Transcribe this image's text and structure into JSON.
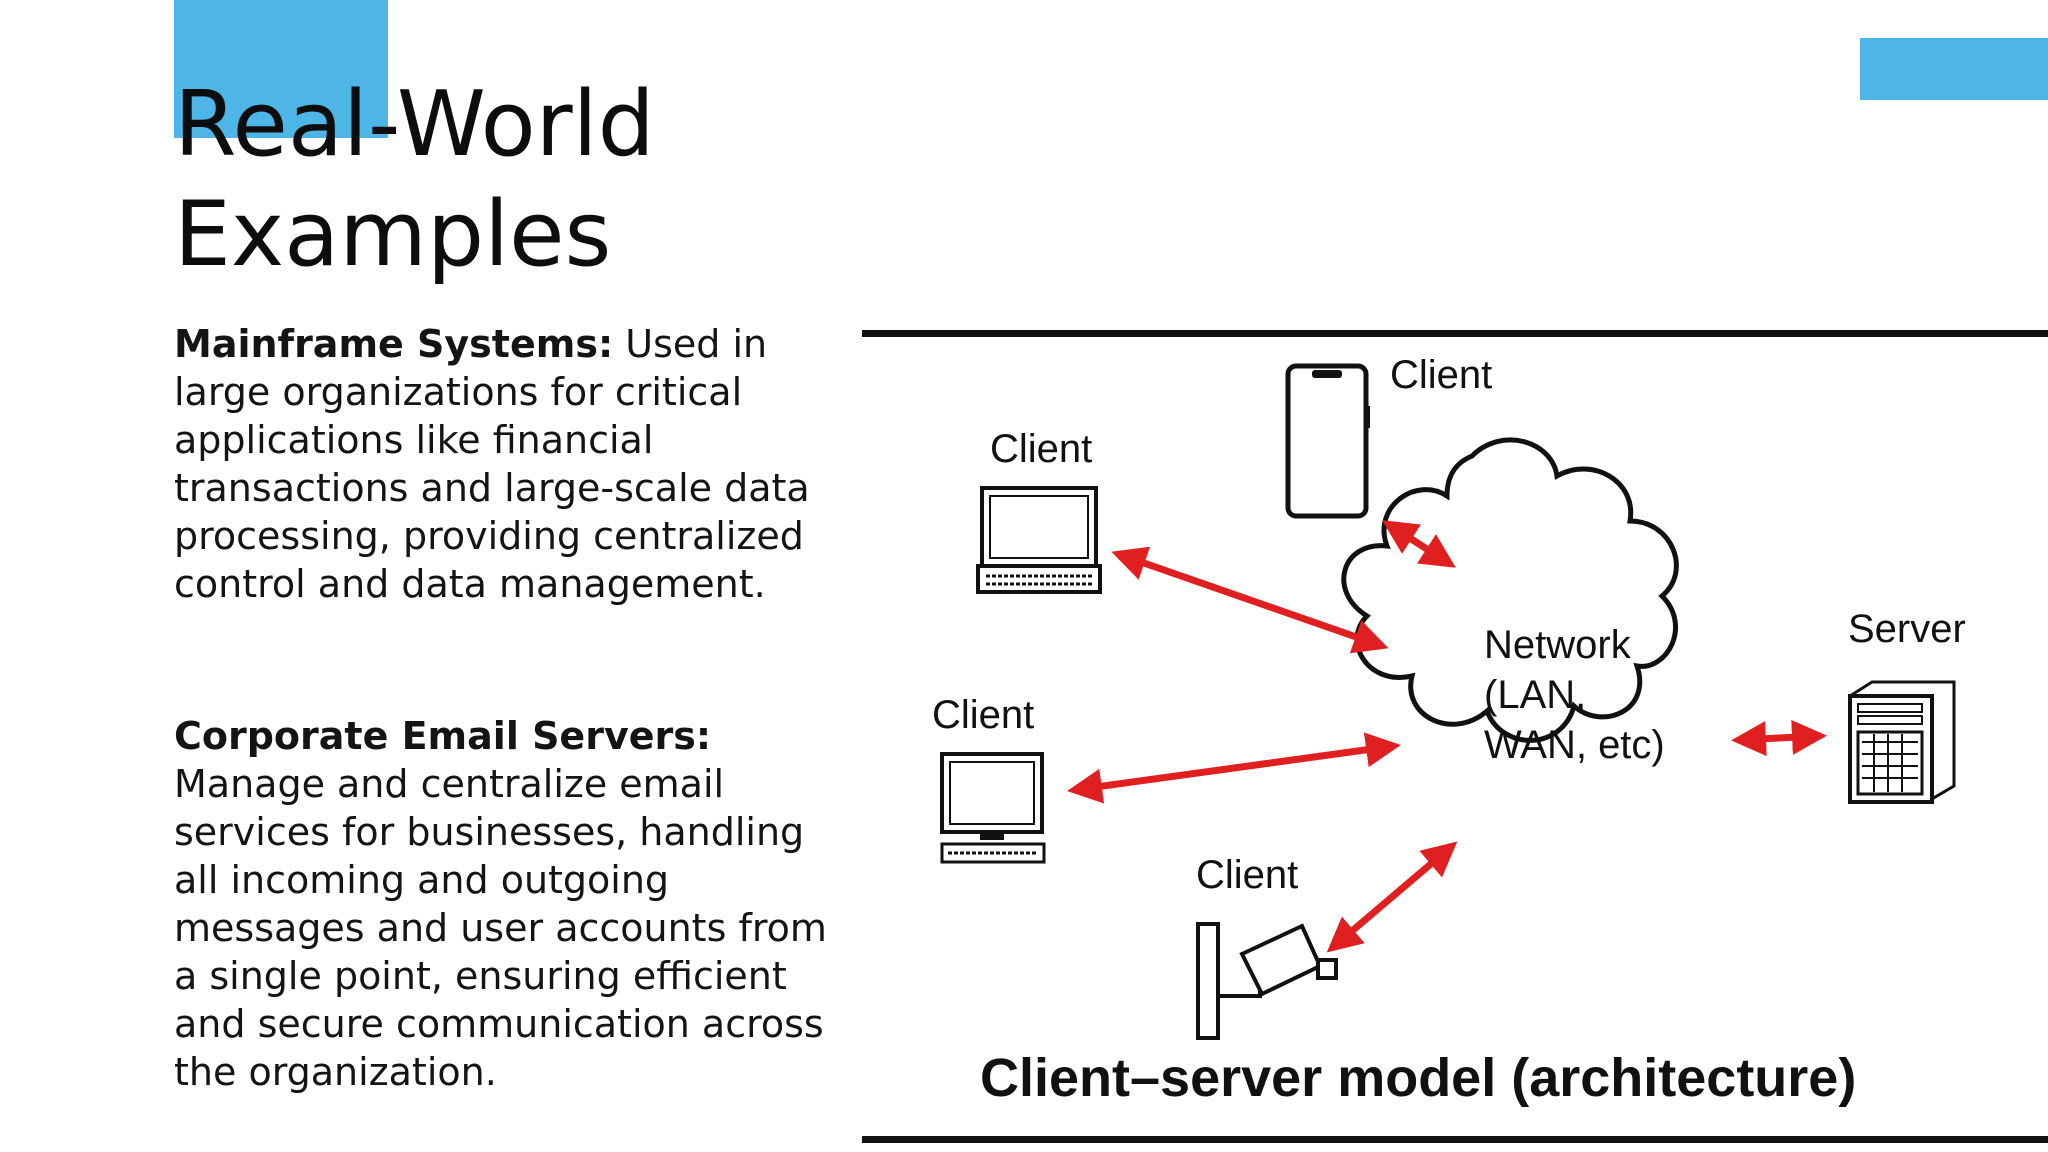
{
  "slide": {
    "title_line1": "Real-World",
    "title_line2": "Examples",
    "accent_color": "#4db6e6"
  },
  "paragraphs": [
    {
      "heading": "Mainframe Systems:",
      "body": "Used in large organizations for critical applications like financial transactions and large-scale data processing, providing centralized control and data management."
    },
    {
      "heading": "Corporate Email Servers:",
      "body": "Manage and centralize email services for businesses, handling all incoming and outgoing messages and user accounts from a single point, ensuring efficient and secure communication across the organization."
    }
  ],
  "diagram": {
    "caption": "Client–server model (architecture)",
    "clients": [
      "Client",
      "Client",
      "Client",
      "Client"
    ],
    "network_lines": [
      "Network",
      "(LAN,",
      "WAN, etc)"
    ],
    "server": "Server",
    "arrow_color": "#e02020",
    "icons": [
      "laptop-icon",
      "smartphone-icon",
      "desktop-computer-icon",
      "security-camera-icon",
      "cloud-network-icon",
      "server-tower-icon"
    ]
  }
}
